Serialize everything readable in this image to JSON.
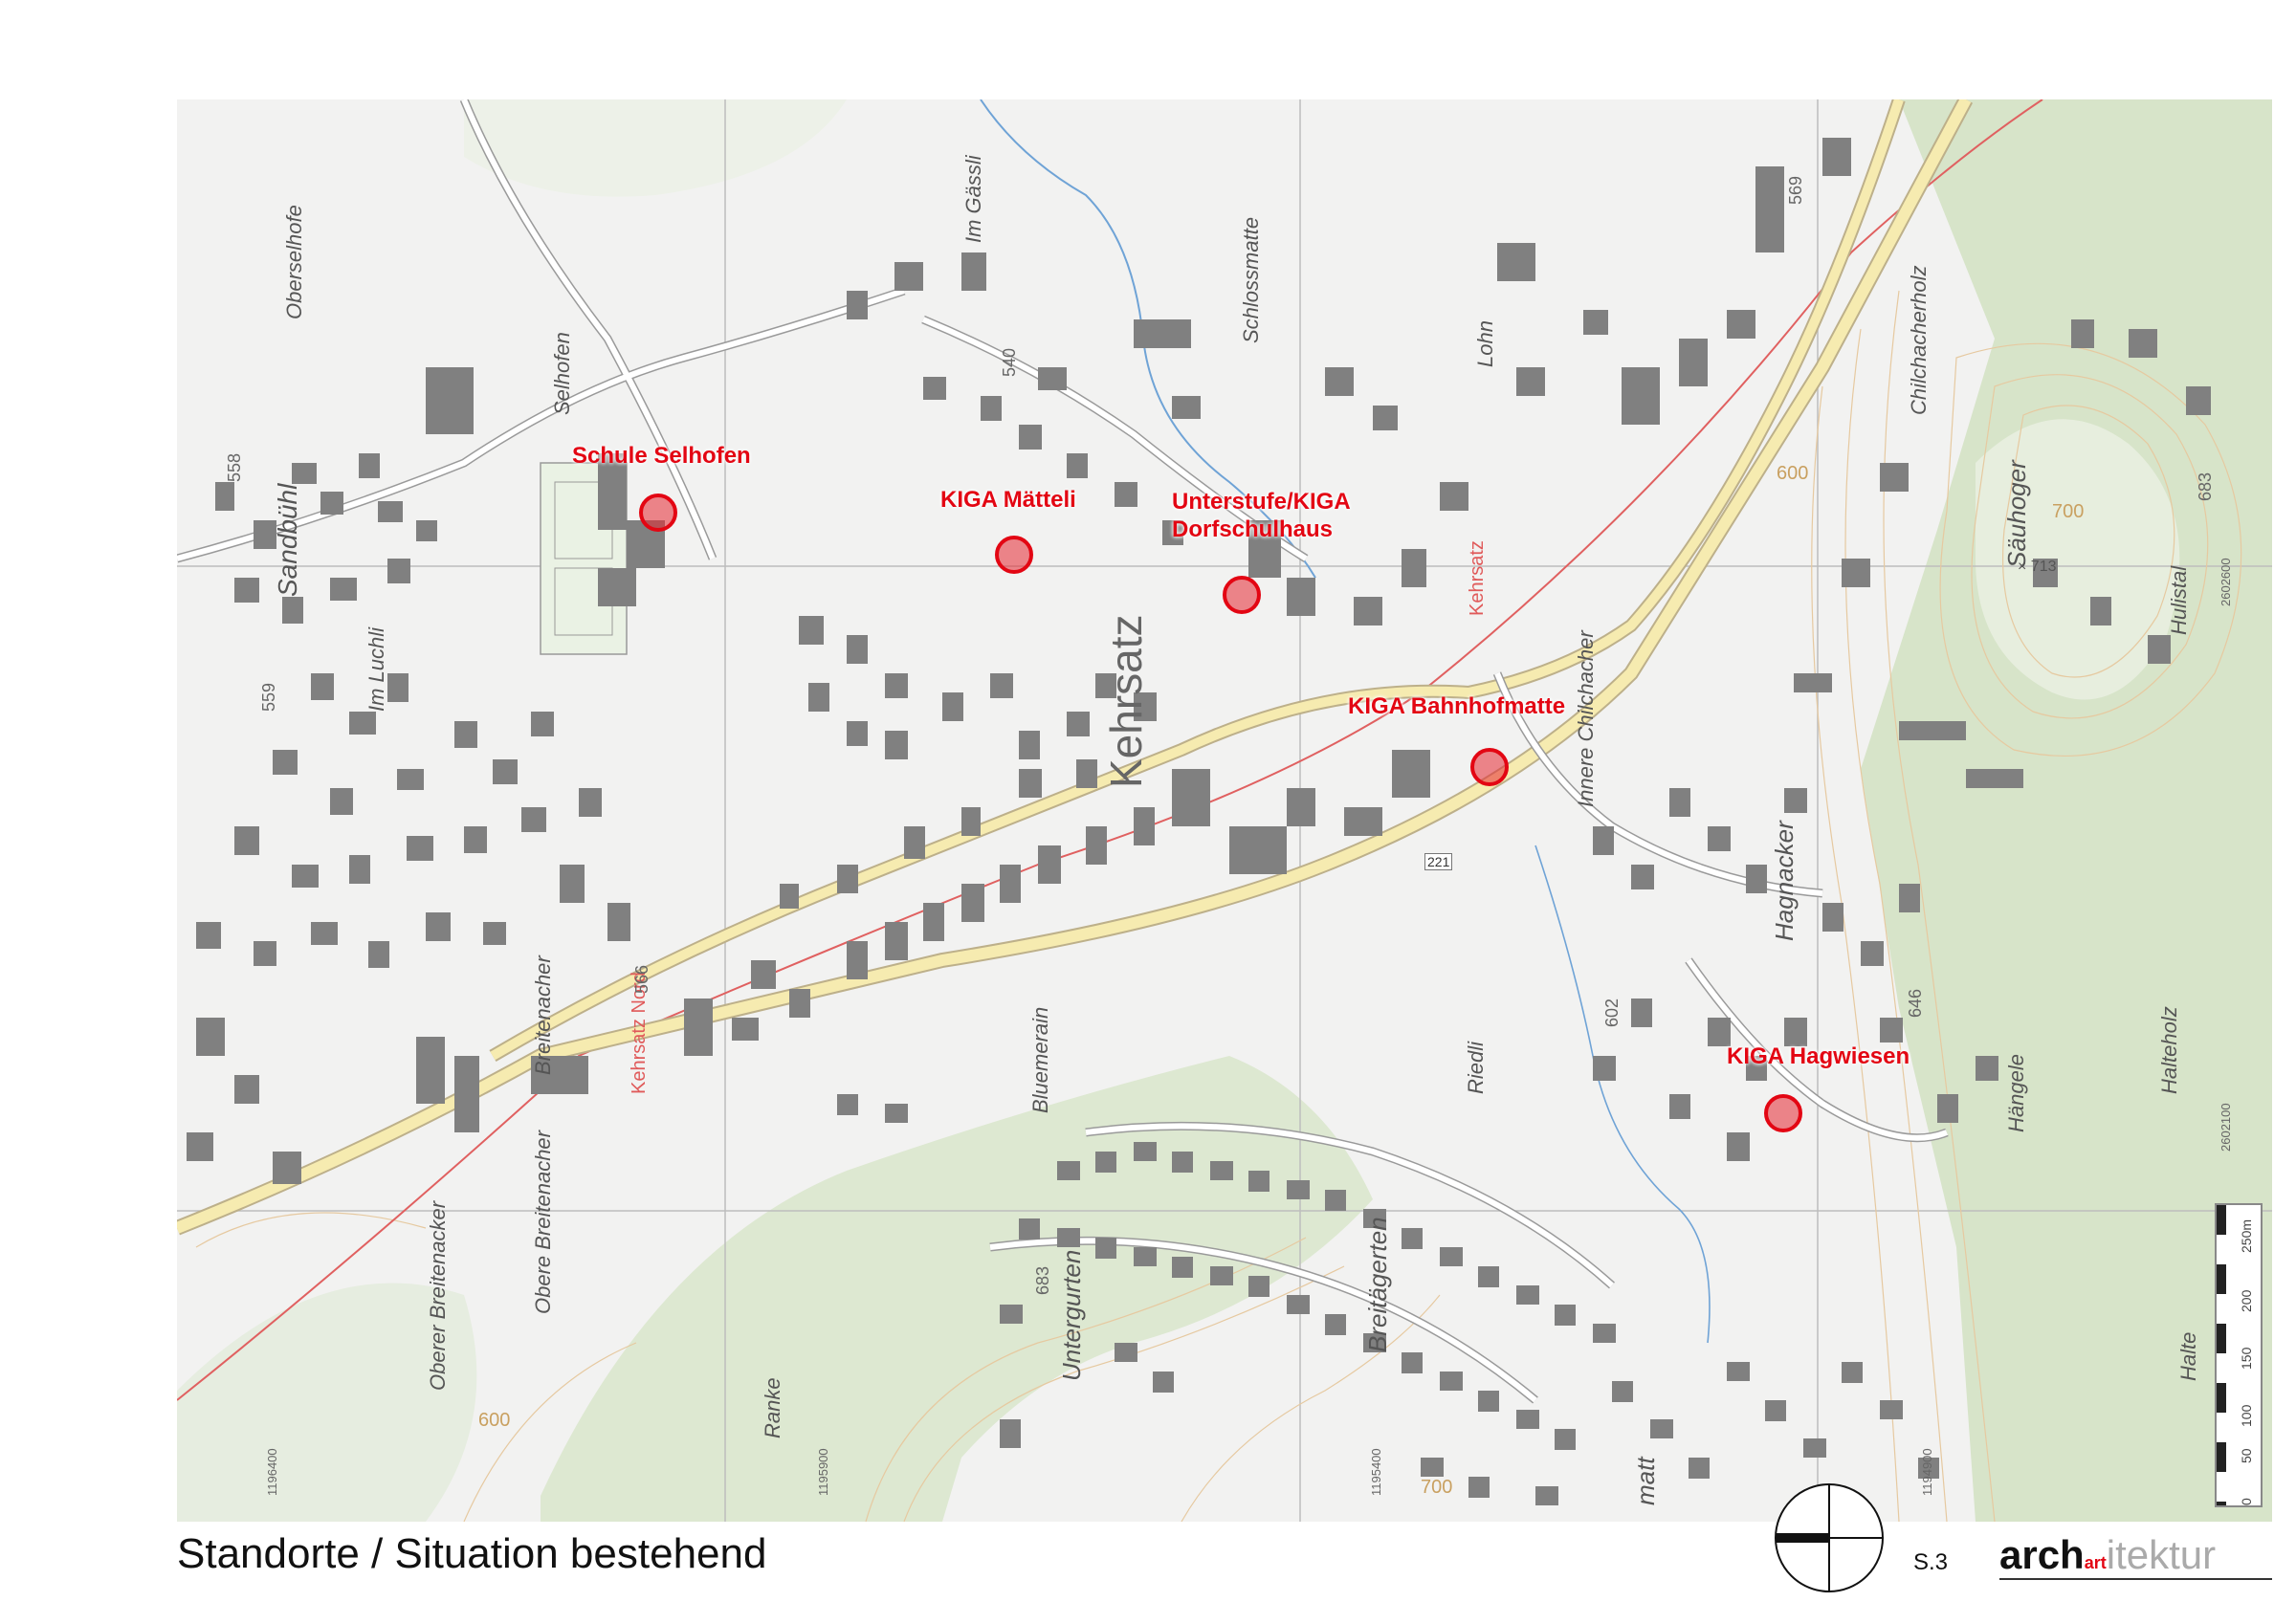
{
  "title": "Standorte / Situation bestehend",
  "page_number": "S.3",
  "logo": {
    "part1": "arch",
    "part2": "art",
    "part3": "itektur"
  },
  "sites": [
    {
      "label": "Schule Selhofen"
    },
    {
      "label": "KIGA Mätteli"
    },
    {
      "label": "Unterstufe/KIGA\nDorfschulhaus"
    },
    {
      "label": "KIGA Bahnhofmatte"
    },
    {
      "label": "KIGA Hagwiesen"
    }
  ],
  "place_names": {
    "kehrsatz": "Kehrsatz",
    "im_gassli": "Im Gässli",
    "schlossmatte": "Schlossmatte",
    "oberselhofe": "Oberselhofe",
    "selhofen": "Selhofen",
    "sandbuehl": "Sandbühl",
    "im_luchli": "Im Luchli",
    "lohn": "Lohn",
    "chilchacherholz": "Chilchacherholz",
    "saeuhoger": "Säuhoger",
    "hulistal": "Hulistal",
    "innere_chilchacher": "Innere Chilchacher",
    "hagnacker": "Hagnacker",
    "haengele": "Hängele",
    "halteholz": "Halteholz",
    "halte": "Halte",
    "bluemerain": "Bluemerain",
    "riedli": "Riedli",
    "breitaegerten": "Breitägerten",
    "untergurten": "Untergurten",
    "ranke": "Ranke",
    "obere_breitenacher": "Obere Breitenacher",
    "oberer_breitenacker": "Oberer Breitenacker",
    "breitenacher": "Breitenacher",
    "matt": "matt"
  },
  "stations": {
    "kehrsatz": "Kehrsatz",
    "kehrsatz_nord": "Kehrsatz Nord"
  },
  "altitudes": {
    "a558": "558",
    "a559": "559",
    "a566": "566",
    "a540": "540",
    "a569": "569",
    "a602": "602",
    "a646": "646",
    "a683a": "683",
    "a683b": "683",
    "a713": "× 713",
    "a221": "221",
    "c600a": "600",
    "c600b": "600",
    "c700a": "700",
    "c700b": "700"
  },
  "coords": {
    "x1196400": "1196400",
    "x1195900": "1195900",
    "x1195400": "1195400",
    "x1194900": "1194900",
    "y2602600": "2602600",
    "y2602100": "2602100"
  },
  "scale": {
    "unit": "250m",
    "ticks": [
      "0",
      "50",
      "100",
      "150",
      "200"
    ]
  }
}
